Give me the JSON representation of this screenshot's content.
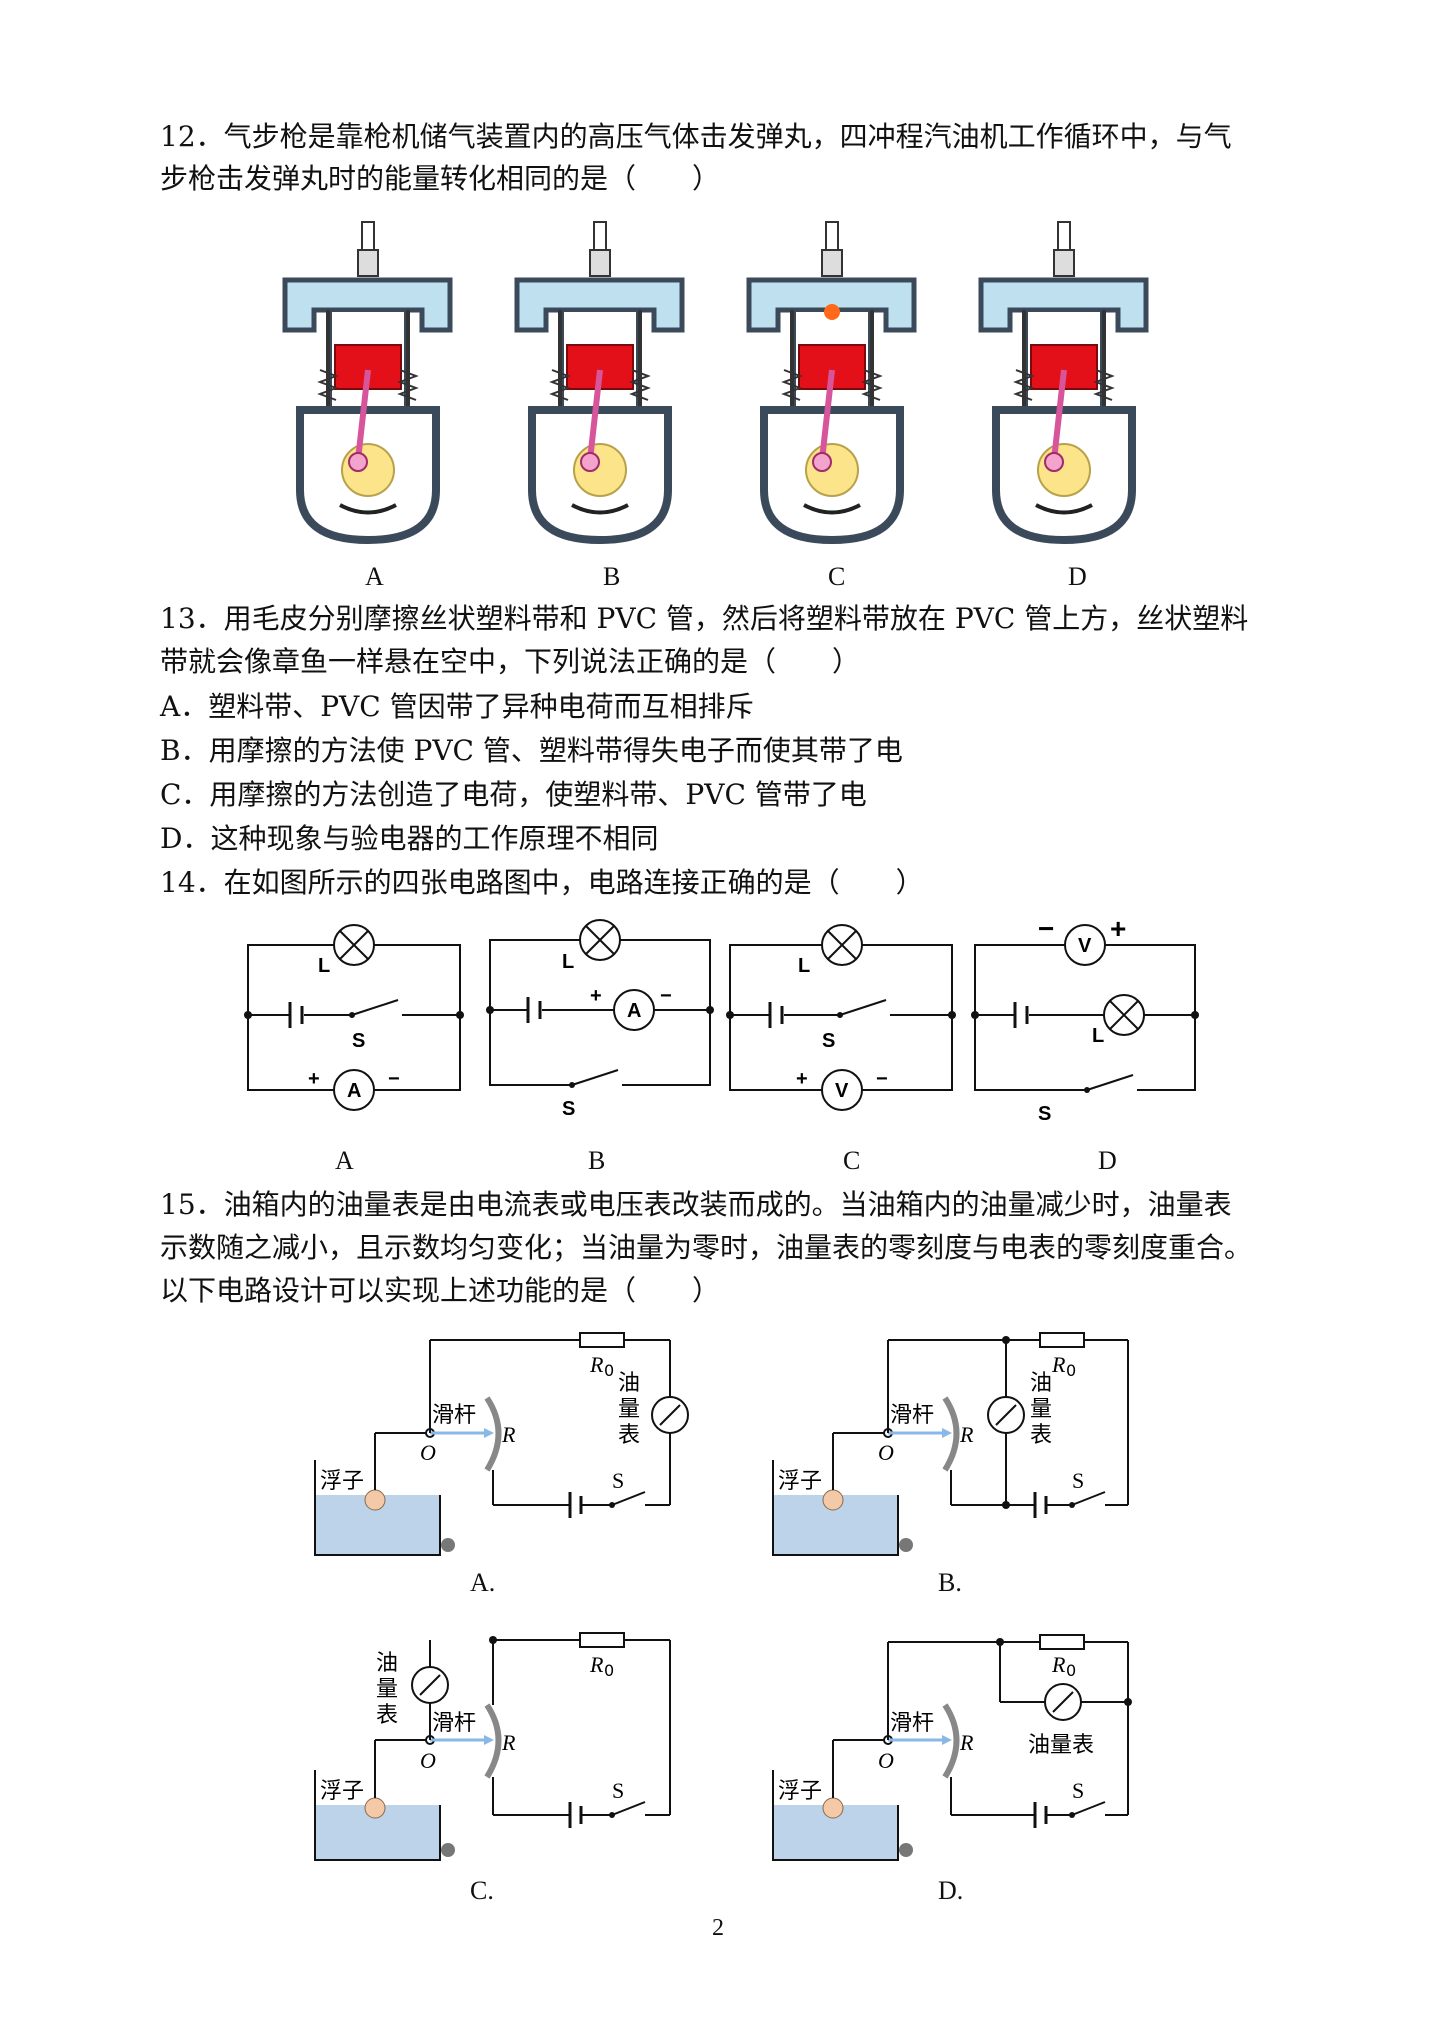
{
  "q12": {
    "line1": "12．气步枪是靠枪机储气装置内的高压气体击发弹丸，四冲程汽油机工作循环中，与气",
    "line2": "步枪击发弹丸时的能量转化相同的是（　　）",
    "labels": [
      "A",
      "B",
      "C",
      "D"
    ]
  },
  "q13": {
    "line1": "13．用毛皮分别摩擦丝状塑料带和 PVC 管，然后将塑料带放在 PVC 管上方，丝状塑料",
    "line2": "带就会像章鱼一样悬在空中，下列说法正确的是（　　）",
    "options": [
      "A．塑料带、PVC 管因带了异种电荷而互相排斥",
      "B．用摩擦的方法使 PVC 管、塑料带得失电子而使其带了电",
      "C．用摩擦的方法创造了电荷，使塑料带、PVC 管带了电",
      "D．这种现象与验电器的工作原理不相同"
    ]
  },
  "q14": {
    "line1": "14．在如图所示的四张电路图中，电路连接正确的是（　　）",
    "labels": [
      "A",
      "B",
      "C",
      "D"
    ],
    "sym": {
      "L": "L",
      "S": "S",
      "A": "A",
      "V": "V",
      "plus": "+",
      "minus": "−"
    }
  },
  "q15": {
    "line1": "15．油箱内的油量表是由电流表或电压表改装而成的。当油箱内的油量减少时，油量表",
    "line2": "示数随之减小，且示数均匀变化；当油量为零时，油量表的零刻度与电表的零刻度重合。",
    "line3": "以下电路设计可以实现上述功能的是（　　）",
    "labels": [
      "A.",
      "B.",
      "C.",
      "D."
    ],
    "txt": {
      "r0": "R",
      "r0sub": "0",
      "r": "R",
      "o": "O",
      "s": "S",
      "rod": "滑杆",
      "float": "浮子",
      "gauge": "油量表",
      "gauge_v": [
        "油",
        "量",
        "表"
      ]
    }
  },
  "page_number": "2"
}
